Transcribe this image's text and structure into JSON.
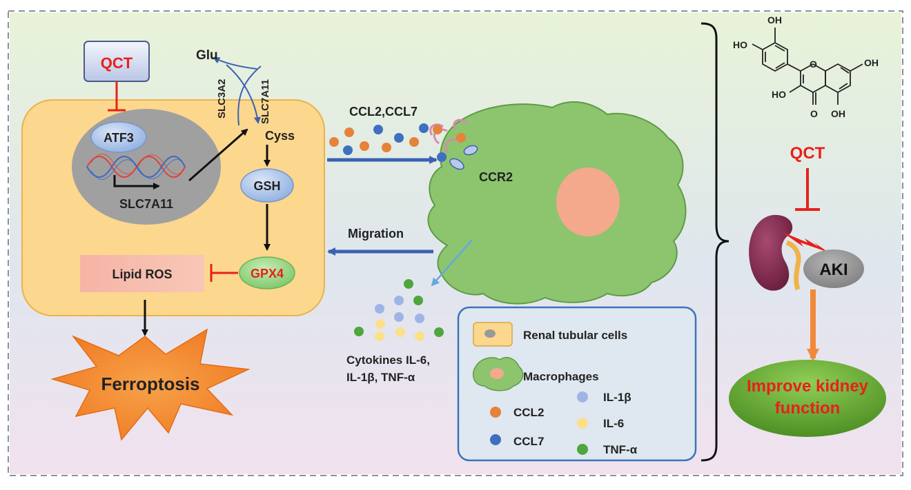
{
  "qct_left": "QCT",
  "atf3": "ATF3",
  "slc7a11_gene": "SLC7A11",
  "glu": "Glu",
  "slc3a2": "SLC3A2",
  "slc7a11_transporter": "SLC7A11",
  "cyss": "Cyss",
  "gsh": "GSH",
  "gpx4": "GPX4",
  "lipid_ros": "Lipid ROS",
  "ferroptosis": "Ferroptosis",
  "chemokines": "CCL2,CCL7",
  "ccr2": "CCR2",
  "migration": "Migration",
  "cytokines_line1": "Cytokines IL-6,",
  "cytokines_line2": "IL-1β, TNF-α",
  "legend": {
    "renal": "Renal tubular cells",
    "macrophages": "Macrophages",
    "ccl2": "CCL2",
    "ccl7": "CCL7",
    "il1b": "IL-1β",
    "il6": "IL-6",
    "tnfa": "TNF-α"
  },
  "molecule": {
    "oh_top": "OH",
    "ho_left": "HO",
    "oh_right": "OH",
    "ho_bottom": "HO",
    "o_bottom": "O",
    "oh_bottom": "OH",
    "ring_o": "O"
  },
  "qct_right": "QCT",
  "aki": "AKI",
  "improve_line1": "Improve kidney",
  "improve_line2": "function",
  "colors": {
    "inhibit_red": "#e8201a",
    "ccl2_orange": "#e6823a",
    "ccl7_blue": "#3e6fc0",
    "il1b_lightblue": "#9fb4e6",
    "il6_yellow": "#fbe08a",
    "tnfa_green": "#4ea63c",
    "macrophage_green": "#8cc56e",
    "cell_fill": "#fcd78e",
    "outcome_green": "#5a9e2c"
  }
}
